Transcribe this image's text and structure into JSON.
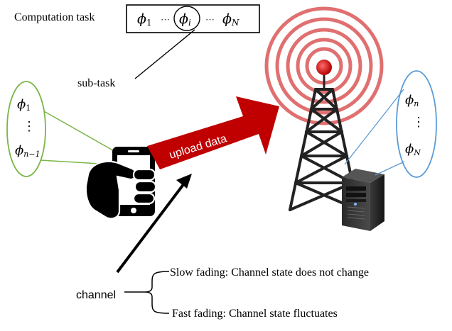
{
  "task_box": {
    "label": "Computation task",
    "phi_first": "ϕ",
    "phi_first_sub": "1",
    "dots_left": "···",
    "phi_i": "ϕ",
    "phi_i_sub": "i",
    "dots_right": "···",
    "phi_last": "ϕ",
    "phi_last_sub": "N"
  },
  "subtask_label": "sub-task",
  "local_tasks": {
    "phi_top": "ϕ",
    "phi_top_sub": "1",
    "dots": "⋮",
    "phi_bottom": "ϕ",
    "phi_bottom_sub": "n−1"
  },
  "server_tasks": {
    "phi_top": "ϕ",
    "phi_top_sub": "n",
    "dots": "⋮",
    "phi_bottom": "ϕ",
    "phi_bottom_sub": "N"
  },
  "upload_label": "upload  data",
  "channel": {
    "label": "channel",
    "slow": "Slow fading: Channel state does not change",
    "fast": "Fast fading: Channel state fluctuates"
  },
  "icons": [
    "smartphone-hand-icon",
    "radio-tower-icon",
    "server-icon"
  ],
  "colors": {
    "green_ellipse": "#7ab648",
    "blue_ellipse": "#5b9bd5",
    "arrow_red": "#c00000",
    "wave_red": "#e07070",
    "tower_dark": "#222222"
  }
}
